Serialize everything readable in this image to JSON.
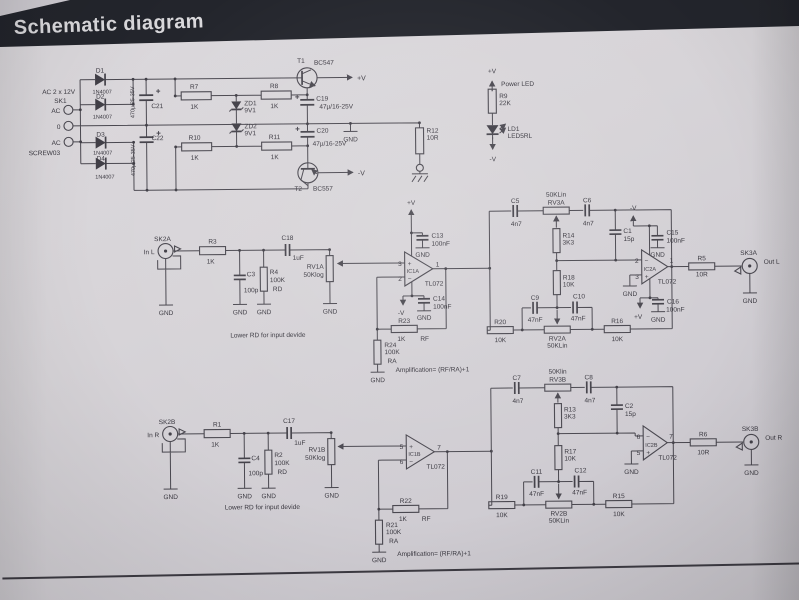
{
  "colors": {
    "paper": "#d6d3d7",
    "ink": "#4a4850",
    "header_bg": "#23252c",
    "header_text": "#dad9dc"
  },
  "header": {
    "title": "Schematic diagram"
  },
  "common": {
    "gnd": "GND",
    "vplus": "+V",
    "vminus": "-V",
    "plus": "+",
    "minus": "−",
    "opamp_part": "TL072"
  },
  "psu": {
    "ac_rating": "AC 2 x 12V",
    "sk1": "SK1",
    "term_ac_top": "AC",
    "term_zero": "0",
    "term_ac_bot": "AC",
    "screw": "SCREW03",
    "d1": {
      "r": "D1",
      "p": "1N4007"
    },
    "d2": {
      "r": "D2",
      "p": "1N4007"
    },
    "d3": {
      "r": "D3",
      "p": "1N4007"
    },
    "d4": {
      "r": "D4",
      "p": "1N4007"
    },
    "c21": {
      "r": "C21",
      "v": "470µ/25-35V"
    },
    "c22": {
      "r": "C22",
      "v": "470µ/25-35V"
    },
    "r7": {
      "r": "R7",
      "v": "1K"
    },
    "r8": {
      "r": "R8",
      "v": "1K"
    },
    "r10": {
      "r": "R10",
      "v": "1K"
    },
    "r11": {
      "r": "R11",
      "v": "1K"
    },
    "zd1": {
      "r": "ZD1",
      "v": "9V1"
    },
    "zd2": {
      "r": "ZD2",
      "v": "9V1"
    },
    "t1": {
      "r": "T1",
      "p": "BC547"
    },
    "t2": {
      "r": "T2",
      "p": "BC557"
    },
    "c19": {
      "r": "C19",
      "v": "47µ/16-25V"
    },
    "c20": {
      "r": "C20",
      "v": "47µ/16-25V"
    },
    "r12": {
      "r": "R12",
      "v": "10R"
    }
  },
  "led": {
    "title": "Power LED",
    "r9": {
      "r": "R9",
      "v": "22K"
    },
    "ld1": {
      "r": "LD1",
      "p": "LED5RL"
    }
  },
  "left": {
    "input": {
      "jack": "SK2A",
      "label": "In L",
      "r3": {
        "r": "R3",
        "v": "1K"
      },
      "c3": {
        "r": "C3",
        "v": "100p"
      },
      "r4": {
        "r": "R4",
        "v": "100K",
        "tag": "RD"
      },
      "c18": {
        "r": "C18",
        "v": "1uF"
      },
      "rv1": {
        "r": "RV1A",
        "v": "50Klog"
      },
      "note": "Lower RD for input devide"
    },
    "amp": {
      "ic": "IC1A",
      "pin_p": "3",
      "pin_m": "2",
      "pin_o": "1",
      "c13": {
        "r": "C13",
        "v": "100nF"
      },
      "c14": {
        "r": "C14",
        "v": "100nF"
      },
      "r23": {
        "r": "R23",
        "v": "1K",
        "tag": "RF"
      },
      "r24": {
        "r": "R24",
        "v": "100K",
        "tag": "RA"
      },
      "formula": "Amplification= (RF/RA)+1"
    },
    "tone": {
      "rv3": {
        "r": "RV3A",
        "v": "50KLin"
      },
      "c5": {
        "r": "C5",
        "v": "4n7"
      },
      "c6": {
        "r": "C6",
        "v": "4n7"
      },
      "r14": {
        "r": "R14",
        "v": "3K3"
      },
      "r18": {
        "r": "R18",
        "v": "10K"
      },
      "c1": {
        "r": "C1",
        "v": "15p"
      },
      "c9": {
        "r": "C9",
        "v": "47nF"
      },
      "c10": {
        "r": "C10",
        "v": "47nF"
      },
      "r20": {
        "r": "R20",
        "v": "10K"
      },
      "rv2": {
        "r": "RV2A",
        "v": "50KLin"
      },
      "r16": {
        "r": "R16",
        "v": "10K"
      }
    },
    "out": {
      "ic": "IC2A",
      "pin_m": "2",
      "pin_p": "3",
      "pin_o": "1",
      "c15": {
        "r": "C15",
        "v": "100nF"
      },
      "c16": {
        "r": "C16",
        "v": "100nF"
      },
      "r5": {
        "r": "R5",
        "v": "10R"
      },
      "jack": "SK3A",
      "label": "Out L"
    }
  },
  "right": {
    "input": {
      "jack": "SK2B",
      "label": "In R",
      "r1": {
        "r": "R1",
        "v": "1K"
      },
      "c4": {
        "r": "C4",
        "v": "100p"
      },
      "r2": {
        "r": "R2",
        "v": "100K",
        "tag": "RD"
      },
      "c17": {
        "r": "C17",
        "v": "1uF"
      },
      "rv1": {
        "r": "RV1B",
        "v": "50Klog"
      },
      "note": "Lower RD for input devide"
    },
    "amp": {
      "ic": "IC1B",
      "pin_p": "5",
      "pin_m": "6",
      "pin_o": "7",
      "r22": {
        "r": "R22",
        "v": "1K",
        "tag": "RF"
      },
      "r21": {
        "r": "R21",
        "v": "100K",
        "tag": "RA"
      },
      "formula": "Amplification= (RF/RA)+1"
    },
    "tone": {
      "rv3": {
        "r": "RV3B",
        "v": "50Klin"
      },
      "c7": {
        "r": "C7",
        "v": "4n7"
      },
      "c8": {
        "r": "C8",
        "v": "4n7"
      },
      "r13": {
        "r": "R13",
        "v": "3K3"
      },
      "r17": {
        "r": "R17",
        "v": "10K"
      },
      "c2": {
        "r": "C2",
        "v": "15p"
      },
      "c11": {
        "r": "C11",
        "v": "47nF"
      },
      "c12": {
        "r": "C12",
        "v": "47nF"
      },
      "r19": {
        "r": "R19",
        "v": "10K"
      },
      "rv2": {
        "r": "RV2B",
        "v": "50KLin"
      },
      "r15": {
        "r": "R15",
        "v": "10K"
      }
    },
    "out": {
      "ic": "IC2B",
      "pin_m": "6",
      "pin_p": "5",
      "pin_o": "7",
      "r6": {
        "r": "R6",
        "v": "10R"
      },
      "jack": "SK3B",
      "label": "Out R"
    }
  }
}
